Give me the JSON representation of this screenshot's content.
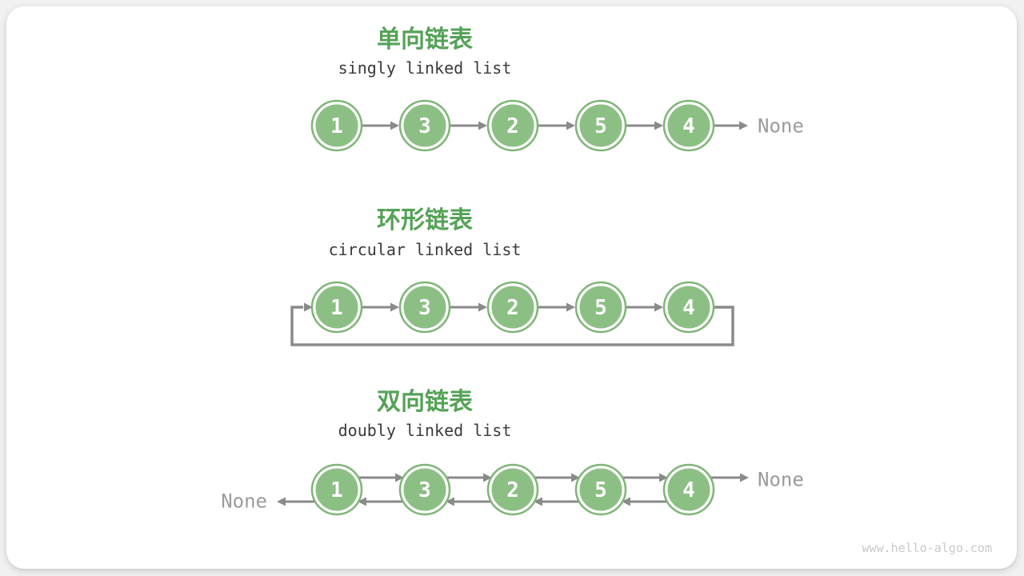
{
  "figure": {
    "watermark": "www.hello-algo.com"
  },
  "colors": {
    "background": "#f1f1f1",
    "card": "#ffffff",
    "title_green": "#55a257",
    "subtitle_text": "#3a3a3a",
    "node_fill": "#8cbf84",
    "node_stroke": "#7eb576",
    "node_text": "#ffffff",
    "arrow": "#8a8a8a",
    "none_text": "#9b9b9b",
    "watermark_text": "#c9c9c9"
  },
  "sections": [
    {
      "type": "singly",
      "title_zh": "单向链表",
      "title_en": "singly linked list",
      "nodes": [
        "1",
        "3",
        "2",
        "5",
        "4"
      ],
      "tail_label": "None"
    },
    {
      "type": "circular",
      "title_zh": "环形链表",
      "title_en": "circular linked list",
      "nodes": [
        "1",
        "3",
        "2",
        "5",
        "4"
      ]
    },
    {
      "type": "doubly",
      "title_zh": "双向链表",
      "title_en": "doubly linked list",
      "nodes": [
        "1",
        "3",
        "2",
        "5",
        "4"
      ],
      "head_label": "None",
      "tail_label": "None"
    }
  ]
}
